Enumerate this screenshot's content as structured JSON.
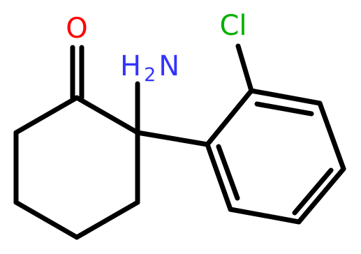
{
  "molecule": {
    "atoms": {
      "oxygen": {
        "symbol": "O",
        "color": "#ff0000"
      },
      "amine": {
        "symbol": "H",
        "subscript": "2",
        "suffix": "N",
        "color": "#3333ff"
      },
      "chlorine": {
        "symbol": "Cl",
        "color": "#00b000"
      }
    },
    "bond_color": "#000000"
  }
}
